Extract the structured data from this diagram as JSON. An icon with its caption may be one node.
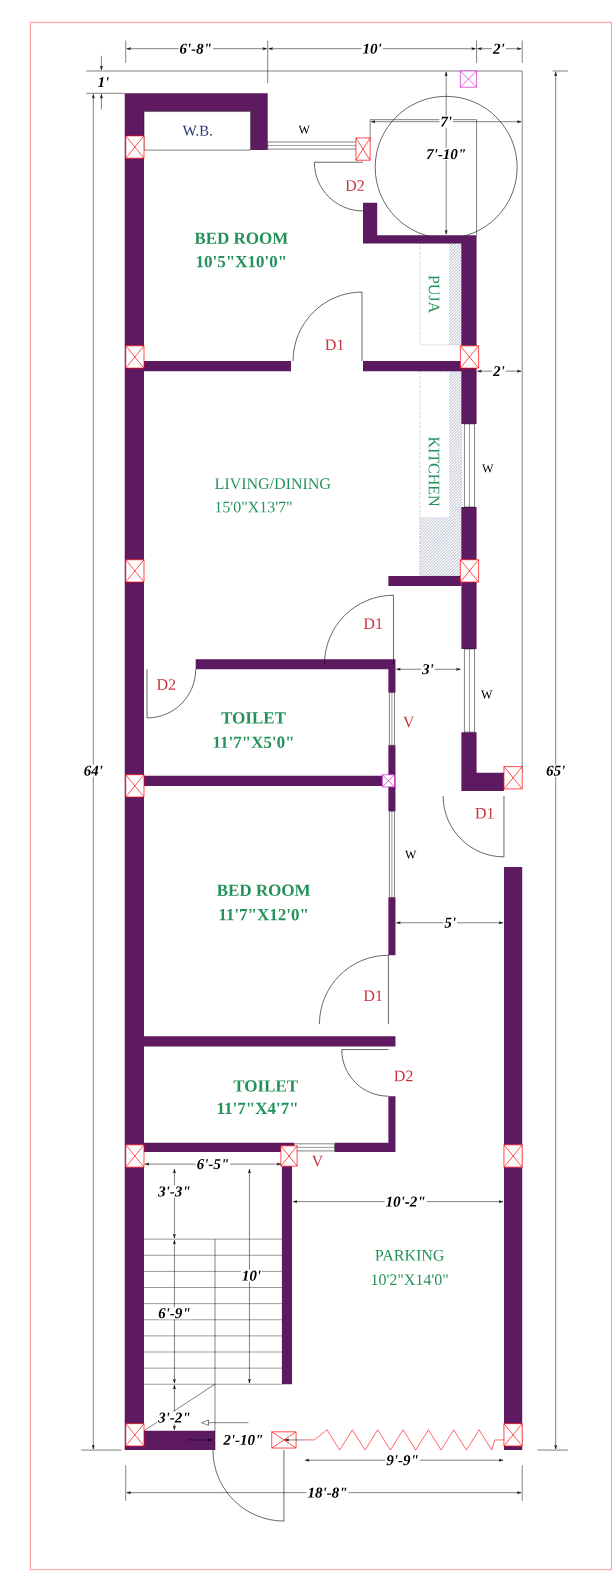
{
  "diagram": {
    "labels": [
      "6'-8\"",
      "10'",
      "2'",
      "1'",
      "W.B.",
      "W",
      "7'",
      "7'-10\"",
      "D2",
      "BED ROOM",
      "10'5\"X10'0\"",
      "PUJA",
      "D1",
      "2'",
      "KITCHEN",
      "W",
      "LIVING/DINING",
      "15'0\"X13'7\"",
      "D1",
      "3'",
      "W",
      "D2",
      "TOILET",
      "11'7\"X5'0\"",
      "V",
      "64'",
      "65'",
      "D1",
      "W",
      "BED ROOM",
      "11'7\"X12'0\"",
      "5'",
      "D1",
      "D2",
      "TOILET",
      "11'7\"X4'7\"",
      "6'-5\"",
      "V",
      "3'-3\"",
      "10'-2\"",
      "PARKING",
      "10'",
      "10'2\"X14'0\"",
      "6'-9\"",
      "3'-2\"",
      "2'-10\"",
      "9'-9\"",
      "18'-8\""
    ]
  }
}
